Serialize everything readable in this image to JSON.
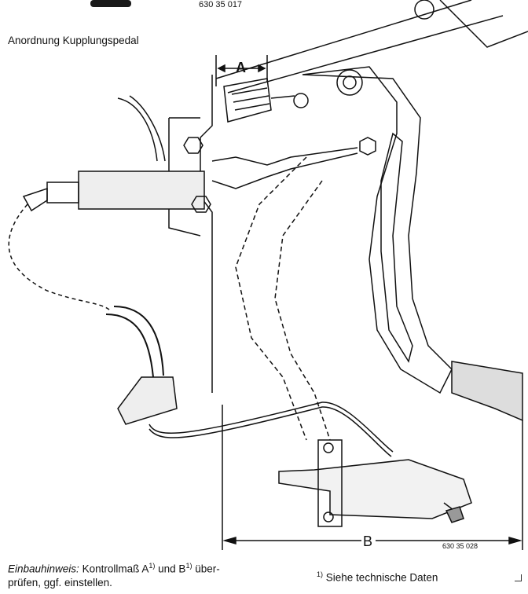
{
  "header": {
    "part_number_top": "630 35 017"
  },
  "title": "Anordnung Kupplungspedal",
  "diagram": {
    "label_a": "A",
    "label_b": "B",
    "figure_number": "630 35 028"
  },
  "note": {
    "lead": "Einbauhinweis:",
    "text_1": "Kontrollmaß A",
    "sup_a": "1)",
    "text_2": "und B",
    "sup_b": "1)",
    "text_3": "über-",
    "line2": "prüfen, ggf. einstellen."
  },
  "footnote": {
    "marker": "1)",
    "text": "Siehe technische Daten"
  }
}
